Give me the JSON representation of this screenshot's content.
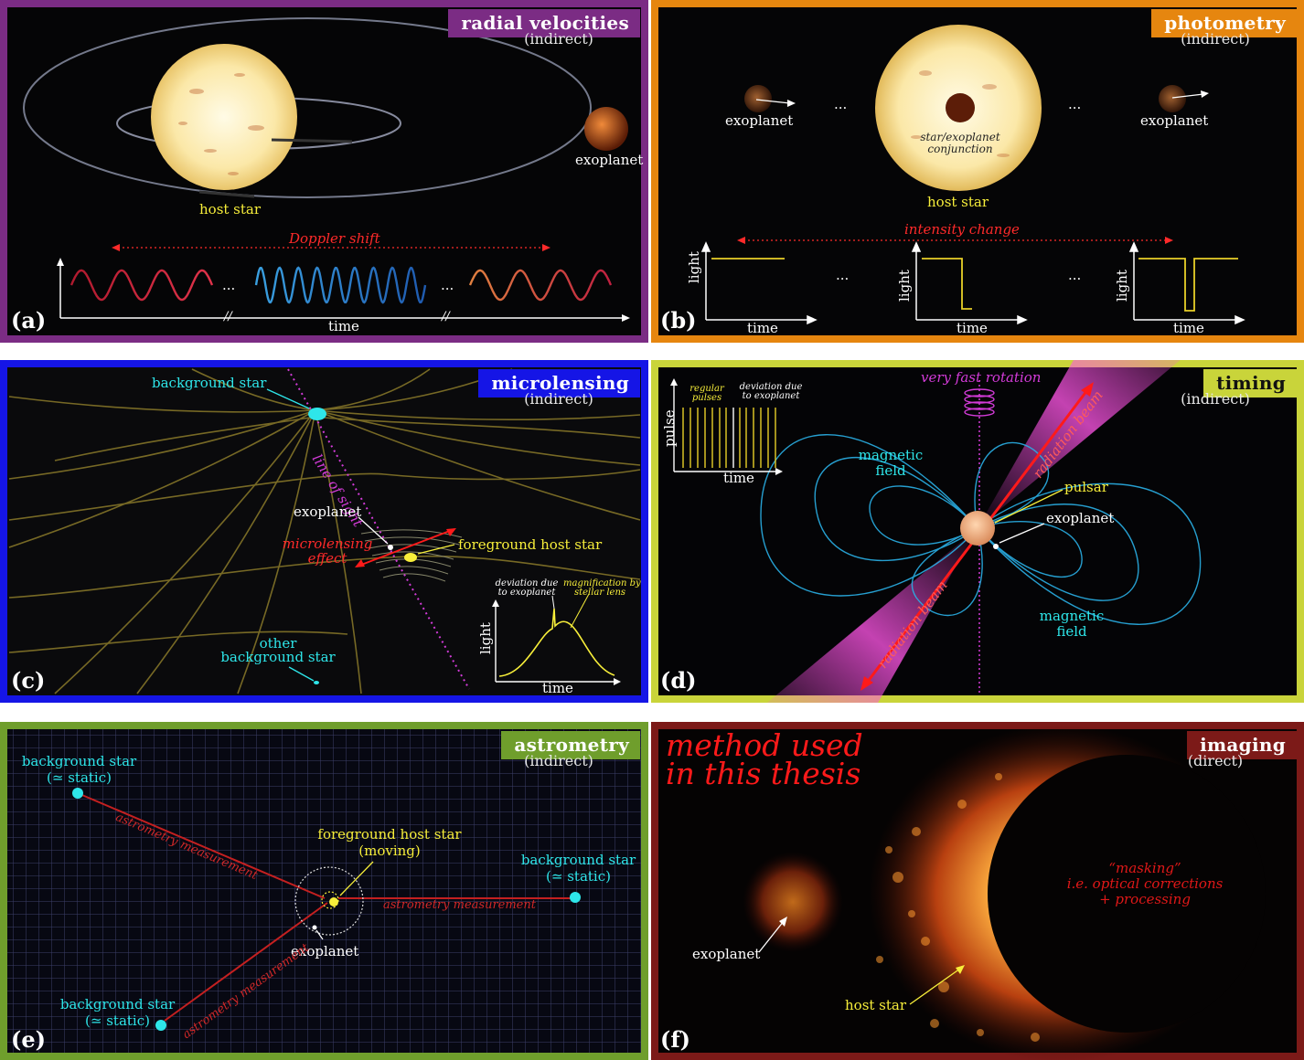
{
  "colors": {
    "radial": "#7b2c84",
    "photometry": "#e6860f",
    "microlensing": "#1515e6",
    "timing": "#c9d43a",
    "astrometry": "#6f9e2c",
    "imaging": "#7c1a18"
  },
  "a": {
    "title": "radial velocities",
    "subtitle": "(indirect)",
    "letter": "(a)",
    "exoplanet": "exoplanet",
    "host_star": "host star",
    "doppler": "Doppler shift",
    "time": "time",
    "dots1": "...",
    "dots2": "...",
    "break1": "//",
    "break2": "//"
  },
  "b": {
    "title": "photometry",
    "subtitle": "(indirect)",
    "letter": "(b)",
    "exoplanet_left": "exoplanet",
    "exoplanet_right": "exoplanet",
    "dots_top1": "...",
    "dots_top2": "...",
    "conjunction1": "star/exoplanet",
    "conjunction2": "conjunction",
    "host_star": "host star",
    "intensity": "intensity change",
    "light1": "light",
    "light2": "light",
    "light3": "light",
    "time1": "time",
    "time2": "time",
    "time3": "time",
    "dots_bot1": "...",
    "dots_bot2": "..."
  },
  "c": {
    "title": "microlensing",
    "subtitle": "(indirect)",
    "letter": "(c)",
    "background_star": "background star",
    "line_of_sight": "line of sight",
    "exoplanet": "exoplanet",
    "microlensing_effect1": "microlensing",
    "microlensing_effect2": "effect",
    "foreground": "foreground host star",
    "other1": "other",
    "other2": "background star",
    "deviation1": "deviation due",
    "deviation2": "to exoplanet",
    "magnification1": "magnification by",
    "magnification2": "stellar lens",
    "light": "light",
    "time": "time"
  },
  "d": {
    "title": "timing",
    "subtitle": "(indirect)",
    "letter": "(d)",
    "fast_rotation": "very fast rotation",
    "regular1": "regular",
    "regular2": "pulses",
    "deviation1": "deviation due",
    "deviation2": "to exoplanet",
    "pulse": "pulse",
    "time": "time",
    "magnetic1a": "magnetic",
    "magnetic1b": "field",
    "magnetic2a": "magnetic",
    "magnetic2b": "field",
    "pulsar": "pulsar",
    "exoplanet": "exoplanet",
    "beam_top": "radiation beam",
    "beam_bottom": "radiation beam"
  },
  "e": {
    "title": "astrometry",
    "subtitle": "(indirect)",
    "letter": "(e)",
    "bg_tl1": "background star",
    "bg_tl2": "(≃ static)",
    "bg_r1": "background star",
    "bg_r2": "(≃ static)",
    "bg_bl1": "background star",
    "bg_bl2": "(≃ static)",
    "foreground1": "foreground host star",
    "foreground2": "(moving)",
    "exoplanet": "exoplanet",
    "meas1": "astrometry measurement",
    "meas2": "astrometry measurement",
    "meas3": "astrometry measurement"
  },
  "f": {
    "title": "imaging",
    "subtitle": "(direct)",
    "letter": "(f)",
    "method1": "method used",
    "method2": "in this thesis",
    "exoplanet": "exoplanet",
    "host_star": "host star",
    "masking1": "“masking”",
    "masking2": "i.e. optical corrections",
    "masking3": "+ processing"
  }
}
